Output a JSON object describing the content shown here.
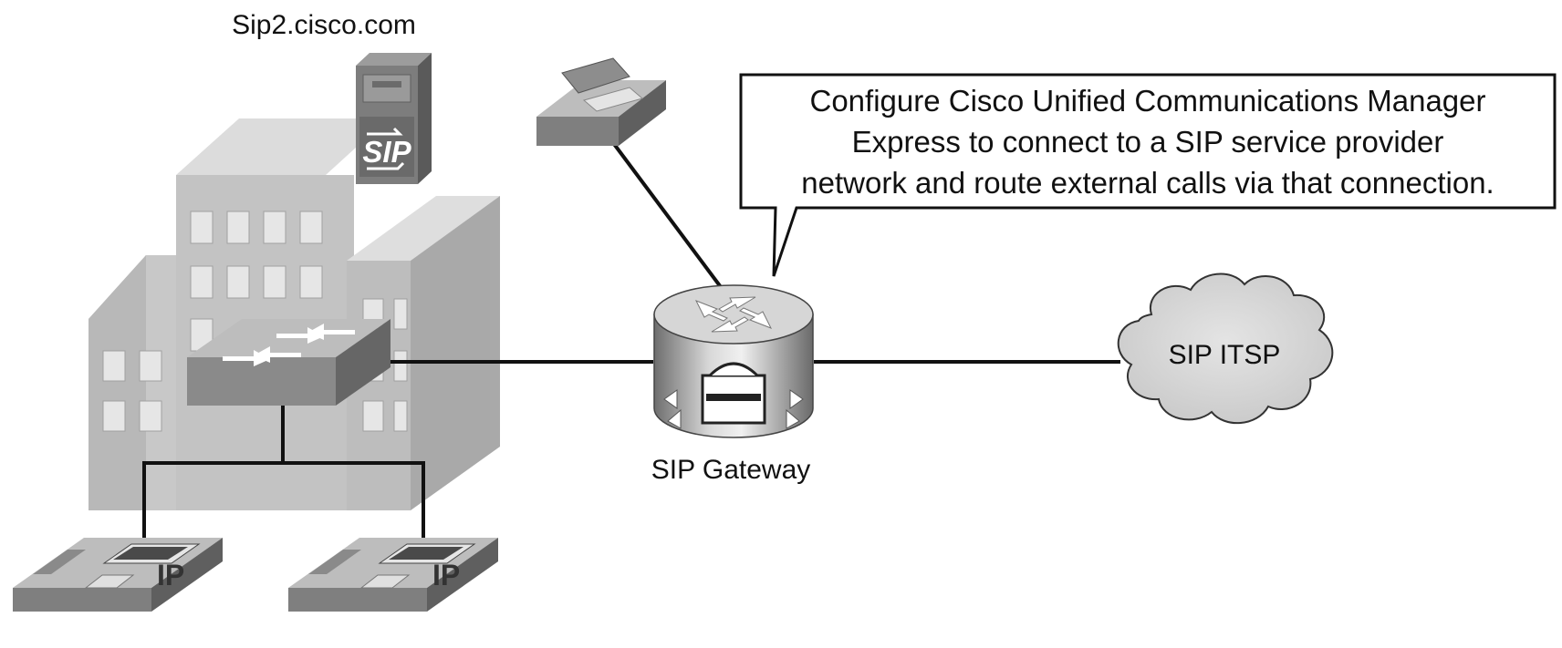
{
  "diagram": {
    "server_label": "Sip2.cisco.com",
    "server_logo": "SIP",
    "gateway_label": "SIP Gateway",
    "cloud_label": "SIP ITSP",
    "ip_phone_badge": "IP",
    "callout_lines": [
      "Configure Cisco Unified Communications Manager",
      "Express to connect to a SIP service provider",
      "network and route external calls via that connection."
    ],
    "icons": {
      "building": "office-building-icon",
      "server": "sip-server-icon",
      "switch": "lan-switch-icon",
      "gateway": "voice-gateway-router-icon",
      "phone": "analog-phone-icon",
      "ip_phone": "ip-phone-icon",
      "cloud": "cloud-icon"
    }
  }
}
